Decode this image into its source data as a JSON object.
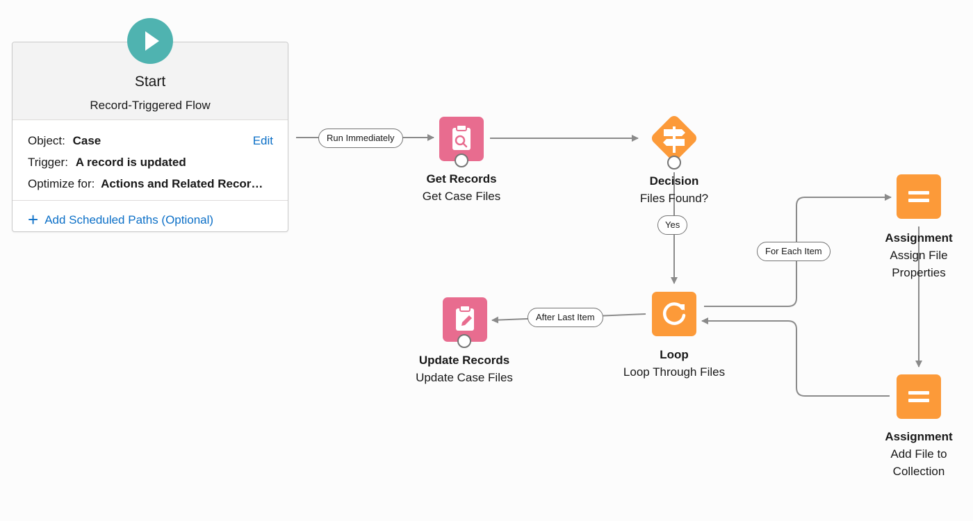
{
  "start": {
    "title": "Start",
    "subtitle": "Record-Triggered Flow",
    "object_label": "Object:",
    "object_value": "Case",
    "edit_label": "Edit",
    "trigger_label": "Trigger:",
    "trigger_value": "A record is updated",
    "optimize_label": "Optimize for:",
    "optimize_value": "Actions and Related Recor…",
    "add_paths_label": "Add Scheduled Paths (Optional)"
  },
  "nodes": {
    "get_records": {
      "type": "Get Records",
      "label": "Get Case Files",
      "icon": "record-lookup-icon"
    },
    "decision": {
      "type": "Decision",
      "label": "Files Found?",
      "icon": "decision-signpost-icon"
    },
    "loop": {
      "type": "Loop",
      "label": "Loop Through Files",
      "icon": "loop-icon"
    },
    "update_records": {
      "type": "Update Records",
      "label": "Update Case Files",
      "icon": "record-update-icon"
    },
    "assign_props": {
      "type": "Assignment",
      "label_line1": "Assign File",
      "label_line2": "Properties",
      "icon": "assignment-icon"
    },
    "add_file": {
      "type": "Assignment",
      "label_line1": "Add File to",
      "label_line2": "Collection",
      "icon": "assignment-icon"
    }
  },
  "edge_labels": {
    "run_immediately": "Run Immediately",
    "yes": "Yes",
    "for_each_item": "For Each Item",
    "after_last_item": "After Last Item"
  },
  "colors": {
    "start": "#4fb3b0",
    "record_element": "#e86c8f",
    "logic_element": "#fc9a39",
    "link": "#0b6fc7",
    "connector": "#8a8a8a"
  }
}
